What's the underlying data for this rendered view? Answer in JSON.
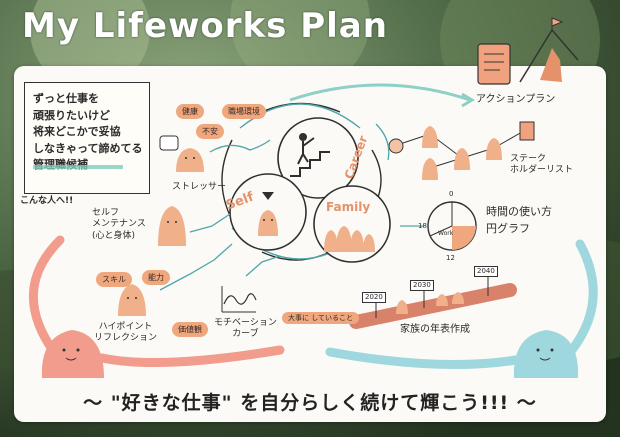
{
  "title": "My Lifeworks Plan",
  "intro_lines": "ずっと仕事を\n頑張りたいけど\n将来どこかで妥協\nしなきゃって諦めてる\n管理職候補",
  "target_note": "こんな人へ!!",
  "stressor": {
    "tags": [
      "健康",
      "職場環境",
      "不安"
    ],
    "label": "ストレッサー"
  },
  "cycle": {
    "self": "Self",
    "career": "Career",
    "family": "Family"
  },
  "self_maintenance": "セルフ\nメンテナンス\n(心と身体)",
  "highpoint": {
    "tags": [
      "スキル",
      "能力"
    ],
    "label": "ハイポイント\nリフレクション"
  },
  "motivation": {
    "tag": "価値観",
    "label": "モチベーション\nカーブ",
    "note": "大事に\nしていること"
  },
  "action_plan": "アクションプラン",
  "stakeholder": "ステーク\nホルダーリスト",
  "time_pie": {
    "label": "時間の使い方\n円グラフ",
    "tick_top": "0",
    "tick_left": "18",
    "tick_bottom": "12",
    "slice_label": "Work"
  },
  "family_timeline": {
    "signs": [
      "2020",
      "2030",
      "2040"
    ],
    "label": "家族の年表作成"
  },
  "slogan": "〜 \"好きな仕事\" を自分らしく続けて輝こう!!! 〜",
  "colors": {
    "accent_teal": "#4fa6a8",
    "accent_orange": "#efa77e",
    "character_skin": "#efb08a",
    "character_pink": "#f19c8c",
    "character_blue": "#9ed7de"
  }
}
